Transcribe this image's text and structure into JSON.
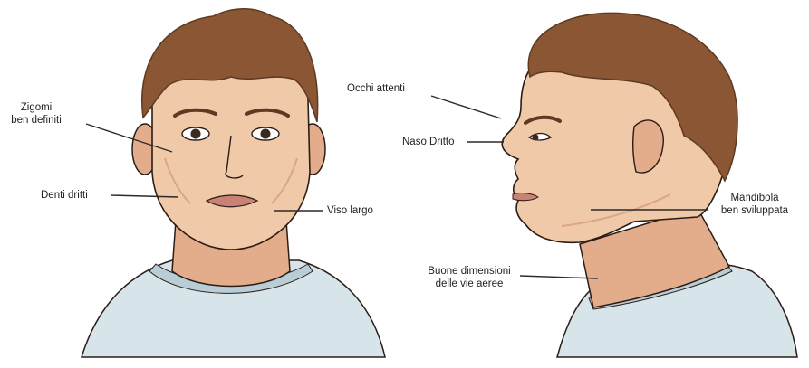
{
  "labels": {
    "zigomi_line1": "Zigomi",
    "zigomi_line2": "ben definiti",
    "denti": "Denti dritti",
    "viso": "Viso largo",
    "occhi": "Occhi attenti",
    "naso": "Naso Dritto",
    "mandibola_line1": "Mandibola",
    "mandibola_line2": "ben sviluppata",
    "vie_line1": "Buone dimensioni",
    "vie_line2": "delle vie aeree"
  },
  "colors": {
    "skin": "#f0c9a8",
    "skin_shadow": "#e3ad8c",
    "hair": "#8a5633",
    "hair_dark": "#5e3a22",
    "shirt": "#d7e4ea",
    "shirt_shadow": "#b8cdd6",
    "outline": "#2b1d16",
    "lips": "#c98376"
  }
}
